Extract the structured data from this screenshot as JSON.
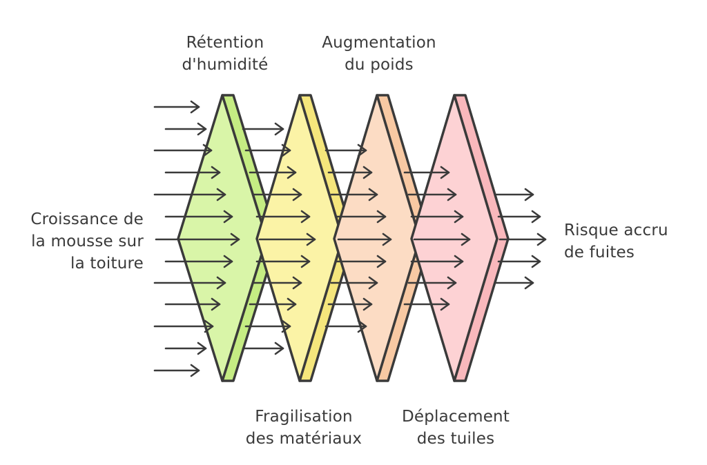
{
  "input_label": [
    "Croissance de",
    "la mousse sur",
    "la toiture"
  ],
  "output_label": [
    "Risque accru",
    "de fuites"
  ],
  "stages": [
    {
      "label": [
        "Rétention",
        "d'humidité"
      ],
      "color": "#d9f5a8",
      "edge": "#c5ec83",
      "position": "top"
    },
    {
      "label": [
        "Fragilisation",
        "des matériaux"
      ],
      "color": "#fbf3a6",
      "edge": "#f5e67c",
      "position": "bottom"
    },
    {
      "label": [
        "Augmentation",
        "du poids"
      ],
      "color": "#fcdcc4",
      "edge": "#f8c9a3",
      "position": "top"
    },
    {
      "label": [
        "Déplacement",
        "des tuiles"
      ],
      "color": "#fdd2d4",
      "edge": "#f9b8bc",
      "position": "bottom"
    }
  ],
  "stroke_color": "#3a3a3a",
  "arrow_icon": "right-arrow-icon"
}
